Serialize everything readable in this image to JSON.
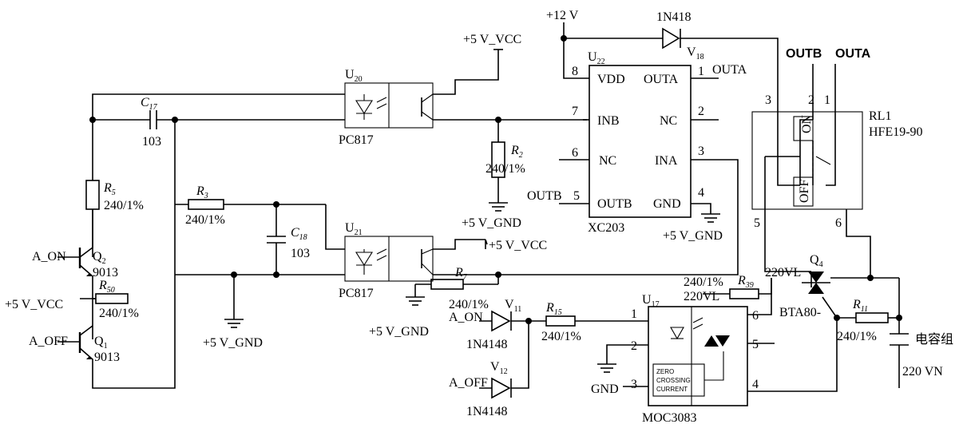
{
  "power": {
    "plus12v": "+12 V",
    "vcc_top": "+5 V_VCC",
    "vcc_mid": "+5 V_VCC",
    "vcc_left": "+5 V_VCC",
    "gnd_r2": "+5 V_GND",
    "gnd_xc": "+5 V_GND",
    "gnd_left": "+5 V_GND",
    "gnd_r7": "+5 V_GND",
    "gnd_moc": "GND",
    "vn": "220 VN",
    "vl": "220VL"
  },
  "signals": {
    "a_on_left": "A_ON",
    "a_off_left": "A_OFF",
    "a_on_mid": "A_ON",
    "a_off_mid": "A_OFF",
    "outa": "OUTA",
    "outb_in": "OUTB",
    "outb_top": "OUTB",
    "outa_top": "OUTA",
    "vl_q4": "220VL"
  },
  "components": {
    "c17": {
      "ref": "C",
      "sub": "17",
      "value": "103"
    },
    "c18": {
      "ref": "C",
      "sub": "18",
      "value": "103"
    },
    "r5": {
      "ref": "R",
      "sub": "5",
      "value": "240/1%"
    },
    "r3": {
      "ref": "R",
      "sub": "3",
      "value": "240/1%"
    },
    "r2": {
      "ref": "R",
      "sub": "2",
      "value": "240/1%"
    },
    "r7": {
      "ref": "R",
      "sub": "7",
      "value": "240/1%"
    },
    "r50": {
      "ref": "R",
      "sub": "50",
      "value": "240/1%"
    },
    "r15": {
      "ref": "R",
      "sub": "15",
      "value": "240/1%"
    },
    "r39": {
      "ref": "R",
      "sub": "39",
      "value": "240/1%"
    },
    "r11": {
      "ref": "R",
      "sub": "11",
      "value": "240/1%"
    },
    "q2": {
      "ref": "Q",
      "sub": "2",
      "value": "9013"
    },
    "q1": {
      "ref": "Q",
      "sub": "1",
      "value": "9013"
    },
    "q4": {
      "ref": "Q",
      "sub": "4",
      "value": "BTA80-"
    },
    "u20": {
      "ref": "U",
      "sub": "20",
      "value": "PC817"
    },
    "u21": {
      "ref": "U",
      "sub": "21",
      "value": "PC817"
    },
    "u22": {
      "ref": "U",
      "sub": "22",
      "value": "XC203"
    },
    "u17": {
      "ref": "U",
      "sub": "17",
      "value": "MOC3083"
    },
    "v18": {
      "ref": "V",
      "sub": "18",
      "value": "1N418"
    },
    "v11": {
      "ref": "V",
      "sub": "11",
      "value": "1N4148"
    },
    "v12": {
      "ref": "V",
      "sub": "12",
      "value": "1N4148"
    },
    "rl1": {
      "ref": "RL1",
      "value": "HFE19-90",
      "on": "ON",
      "off": "OFF"
    },
    "cap_group": "电容组"
  },
  "xc203": {
    "pins": [
      {
        "num": "8",
        "name": "VDD"
      },
      {
        "num": "1",
        "name": "OUTA"
      },
      {
        "num": "7",
        "name": "INB"
      },
      {
        "num": "2",
        "name": "NC"
      },
      {
        "num": "6",
        "name": "NC"
      },
      {
        "num": "3",
        "name": "INA"
      },
      {
        "num": "5",
        "name": "OUTB"
      },
      {
        "num": "4",
        "name": "GND"
      }
    ]
  },
  "moc3083": {
    "pins": [
      "1",
      "2",
      "3",
      "4",
      "5",
      "6"
    ],
    "zc_line1": "ZERO",
    "zc_line2": "CROSSING",
    "zc_line3": "CURRENT"
  },
  "relay_pins": {
    "p3": "3",
    "p2": "2",
    "p1": "1",
    "p5": "5",
    "p6": "6"
  }
}
